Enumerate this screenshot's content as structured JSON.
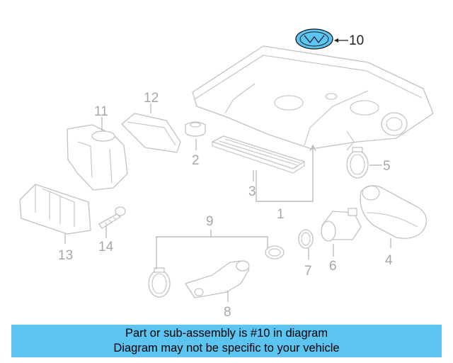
{
  "highlight_color": "#5bc4f1",
  "diagram": {
    "part_numbers": [
      "1",
      "2",
      "3",
      "4",
      "5",
      "6",
      "7",
      "8",
      "9",
      "10",
      "11",
      "12",
      "13",
      "14"
    ]
  },
  "banner": {
    "line1": "Part or sub-assembly is #10 in diagram",
    "line2": "Diagram may not be specific to your vehicle"
  }
}
